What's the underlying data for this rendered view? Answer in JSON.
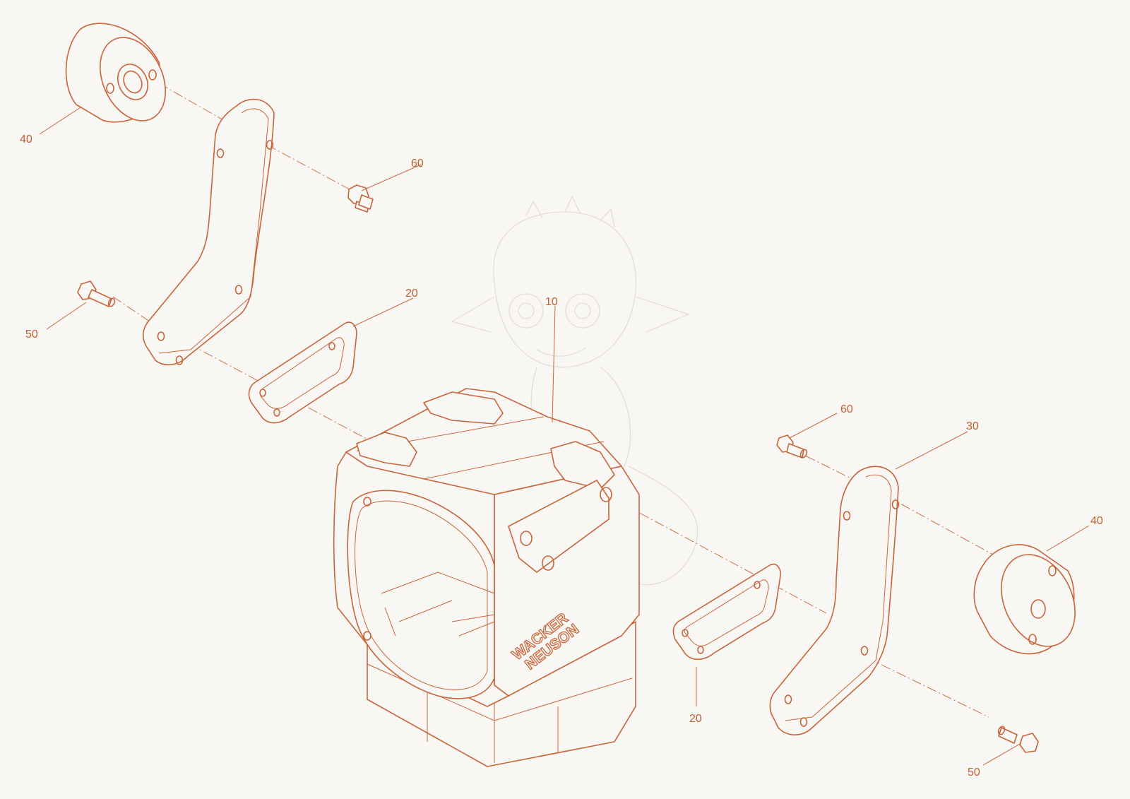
{
  "diagram": {
    "logo_text": [
      "WACKER",
      "NEUSON"
    ],
    "callouts": [
      {
        "id": "c10",
        "label": "10"
      },
      {
        "id": "c20a",
        "label": "20"
      },
      {
        "id": "c20b",
        "label": "20"
      },
      {
        "id": "c30",
        "label": "30"
      },
      {
        "id": "c40a",
        "label": "40"
      },
      {
        "id": "c40b",
        "label": "40"
      },
      {
        "id": "c50a",
        "label": "50"
      },
      {
        "id": "c50b",
        "label": "50"
      },
      {
        "id": "c60a",
        "label": "60"
      },
      {
        "id": "c60b",
        "label": "60"
      }
    ],
    "colors": {
      "line": "#c8643a",
      "label": "#c0602f",
      "background": "#f9f7f3",
      "watermark": "#e4ddd5"
    },
    "watermark": "dragon-mascot"
  }
}
